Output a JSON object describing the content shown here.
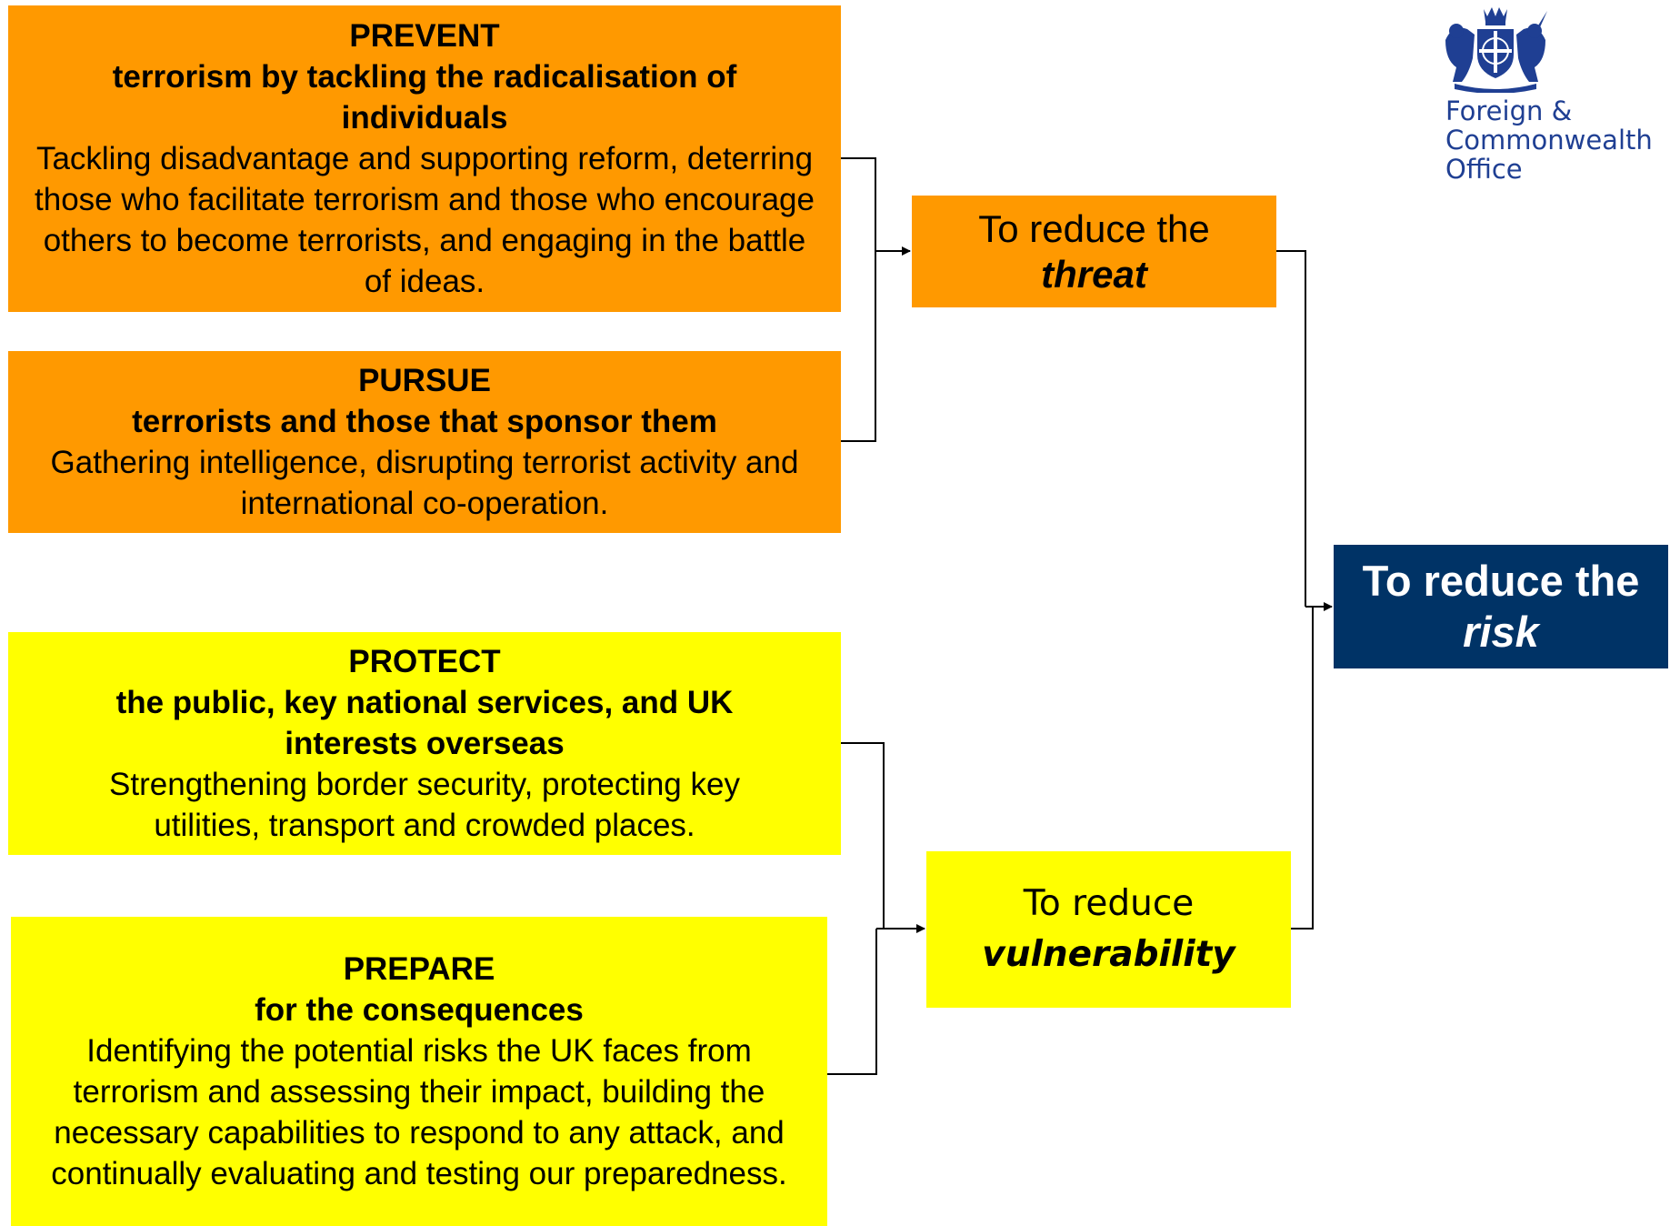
{
  "strands": {
    "prevent": {
      "title": "PREVENT",
      "subtitle": "terrorism by tackling the radicalisation of individuals",
      "description": "Tackling disadvantage and supporting reform, deterring those who facilitate terrorism and those who encourage others to become terrorists, and engaging in the battle of ideas."
    },
    "pursue": {
      "title": "PURSUE",
      "subtitle": "terrorists and those that sponsor them",
      "description": "Gathering intelligence, disrupting terrorist activity and international co-operation."
    },
    "protect": {
      "title": "PROTECT",
      "subtitle": "the public, key national services, and UK interests overseas",
      "description": "Strengthening border security, protecting key utilities, transport and crowded places."
    },
    "prepare": {
      "title": "PREPARE",
      "subtitle": "for the consequences",
      "description": "Identifying the potential risks the UK faces from terrorism and assessing their impact, building the necessary capabilities to respond to any attack, and continually evaluating and testing our preparedness."
    }
  },
  "aims": {
    "threat": {
      "line1": "To reduce the",
      "line2": "threat"
    },
    "vulnerability": {
      "line1": "To reduce",
      "line2": "vulnerability"
    },
    "risk": {
      "line1": "To reduce the",
      "line2": "risk"
    }
  },
  "logo": {
    "line1": "Foreign &",
    "line2": "Commonwealth",
    "line3": "Office"
  },
  "colors": {
    "orange": "#ff9900",
    "yellow": "#ffff00",
    "navy": "#003366",
    "logo_blue": "#1f3f93"
  }
}
